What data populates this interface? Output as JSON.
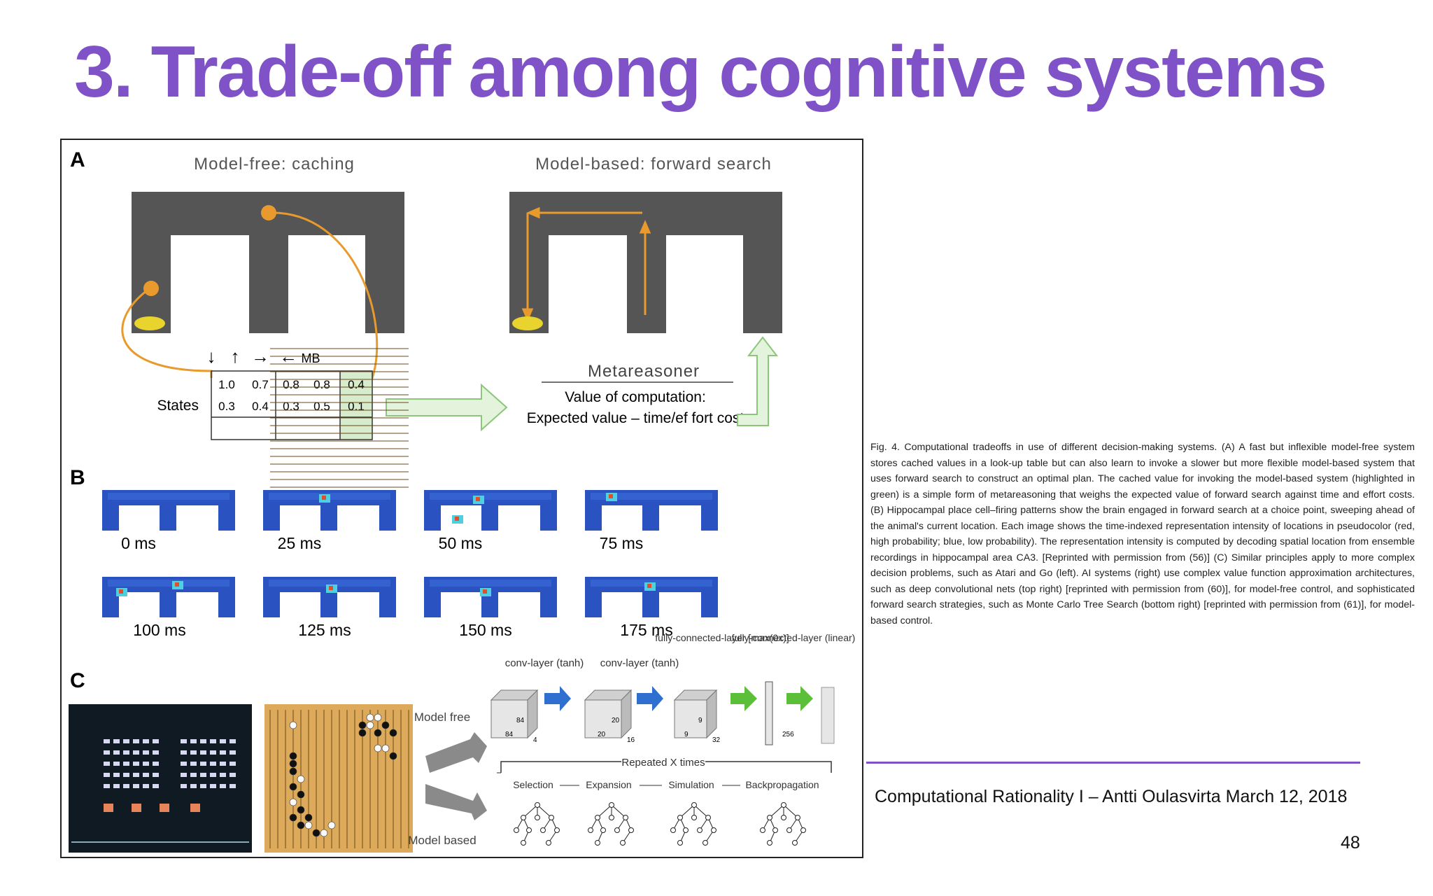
{
  "slide": {
    "title": "3. Trade-off among cognitive systems",
    "footer": "Computational Rationality I – Antti Oulasvirta March 12, 2018",
    "page_number": "48"
  },
  "figure": {
    "panel_a": {
      "letter": "A",
      "model_free_title": "Model-free: caching",
      "model_based_title": "Model-based: forward search",
      "table": {
        "header_symbols": [
          "↓",
          "↑",
          "→",
          "←",
          "MB"
        ],
        "row_label": "States",
        "rows": [
          [
            "1.0",
            "0.7",
            "0.8",
            "0.8",
            "0.4"
          ],
          [
            "0.3",
            "0.4",
            "0.3",
            "0.5",
            "0.1"
          ]
        ]
      },
      "metareasoner": {
        "title": "Metareasoner",
        "line1": "Value of computation:",
        "line2": "Expected value – time/ef fort cost"
      }
    },
    "panel_b": {
      "letter": "B",
      "time_labels": [
        "0 ms",
        "25 ms",
        "50 ms",
        "75 ms",
        "100 ms",
        "125 ms",
        "150 ms",
        "175 ms"
      ]
    },
    "panel_c": {
      "letter": "C",
      "model_free_label": "Model free",
      "model_based_label": "Model based",
      "network_layers": [
        "conv-layer (tanh)",
        "conv-layer (tanh)",
        "fully-connected-layer [max(0x)]",
        "fully-connected-layer (linear)"
      ],
      "layer_dims": [
        "84",
        "84",
        "4",
        "20",
        "20",
        "16",
        "9",
        "9",
        "32",
        "256"
      ],
      "mcts_title": "Repeated X times",
      "mcts_steps": [
        "Selection",
        "Expansion",
        "Simulation",
        "Backpropagation"
      ]
    },
    "caption": "Fig. 4. Computational tradeoffs in use of different decision-making systems. (A) A fast but inflexible model-free system stores cached values in a look-up table but can also learn to invoke a slower but more flexible model-based system that uses forward search to construct an optimal plan. The cached value for invoking the model-based system (highlighted in green) is a simple form of metareasoning that weighs the expected value of forward search against time and effort costs. (B) Hippocampal place cell–firing patterns show the brain engaged in forward search at a choice point, sweeping ahead of the animal's current location. Each image shows the time-indexed representation intensity of locations in pseudocolor (red, high probability; blue, low probability). The representation intensity is computed by decoding spatial location from ensemble recordings in hippocampal area CA3. [Reprinted with permission from (56)] (C) Similar principles apply to more complex decision problems, such as Atari and Go (left). AI systems (right) use complex value function approximation architectures, such as deep convolutional nets (top right) [reprinted with permission from (60)], for model-free control, and sophisticated forward search strategies, such as Monte Carlo Tree Search (bottom right) [reprinted with permission from (61)], for model-based control."
  },
  "colors": {
    "title": "#7f52c8",
    "maze": "#555555",
    "orange": "#e89a2c",
    "highlight_green": "#d6eccd",
    "arrow_blue": "#2f6fd0",
    "arrow_green": "#5cbf3a"
  }
}
